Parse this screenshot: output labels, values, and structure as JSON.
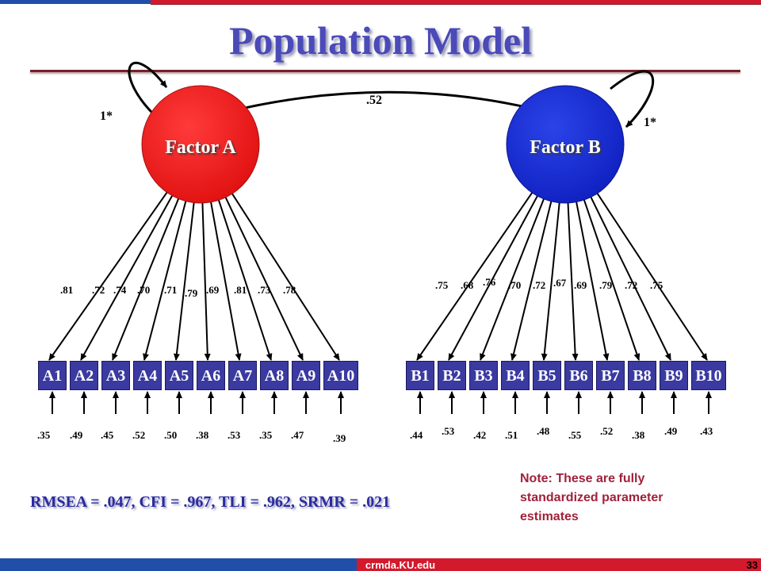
{
  "title": "Population Model",
  "factor_a": {
    "label": "Factor A",
    "variance": "1*",
    "color": "#ee1c1c",
    "indicators": [
      "A1",
      "A2",
      "A3",
      "A4",
      "A5",
      "A6",
      "A7",
      "A8",
      "A9",
      "A10"
    ],
    "loadings": [
      ".81",
      ".72",
      ".74",
      ".70",
      ".71",
      ".79",
      ".69",
      ".81",
      ".73",
      ".78"
    ],
    "residuals": [
      ".35",
      ".49",
      ".45",
      ".52",
      ".50",
      ".38",
      ".53",
      ".35",
      ".47",
      ".39"
    ]
  },
  "factor_b": {
    "label": "Factor B",
    "variance": "1*",
    "color": "#1a2ed0",
    "indicators": [
      "B1",
      "B2",
      "B3",
      "B4",
      "B5",
      "B6",
      "B7",
      "B8",
      "B9",
      "B10"
    ],
    "loadings": [
      ".75",
      ".68",
      ".76",
      ".70",
      ".72",
      ".67",
      ".69",
      ".79",
      ".72",
      ".75"
    ],
    "residuals": [
      ".44",
      ".53",
      ".42",
      ".51",
      ".48",
      ".55",
      ".52",
      ".38",
      ".49",
      ".43"
    ]
  },
  "factor_correlation": ".52",
  "fit_indices": "RMSEA = .047, CFI = .967, TLI = .962, SRMR = .021",
  "note": "Note: These are fully standardized parameter estimates",
  "footer": "crmda.KU.edu",
  "page_number": "33",
  "colors": {
    "box": "#3a3aa0",
    "title": "#4a4ab8",
    "accent_red": "#d21a2c",
    "accent_blue": "#1f4fa8"
  }
}
